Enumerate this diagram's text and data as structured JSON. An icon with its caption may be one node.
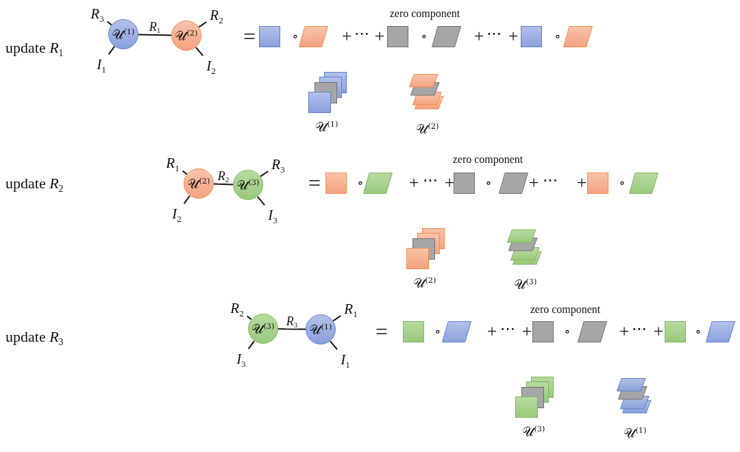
{
  "diagram": {
    "nodes": [
      {
        "text": [
          "𝒰$^{(1)}$"
        ]
      },
      {
        "text": [
          "𝒰$^{(2)}$"
        ]
      },
      {
        "text": [
          "R$_{3}$"
        ]
      },
      {
        "text": [
          "I$_{1}$"
        ]
      },
      {
        "text": [
          "R$_{2}$"
        ]
      },
      {
        "text": [
          "I$_{2}$"
        ]
      },
      {
        "text": [
          "𝒰$^{(2)}$"
        ]
      },
      {
        "text": [
          "𝒰$^{(3)}$"
        ]
      },
      {
        "text": [
          "R$_{1}$"
        ]
      },
      {
        "text": [
          "I$_{2}$"
        ]
      },
      {
        "text": [
          "R$_{3}$"
        ]
      },
      {
        "text": [
          "I$_{3}$"
        ]
      },
      {
        "text": [
          "𝒰$^{(3)}$"
        ]
      },
      {
        "text": [
          "𝒰$^{(1)}$"
        ]
      },
      {
        "text": [
          "R$_{2}$"
        ]
      },
      {
        "text": [
          "I$_{3}$"
        ]
      },
      {
        "text": [
          "R$_{1}$"
        ]
      },
      {
        "text": [
          "I$_{1}$"
        ]
      }
    ],
    "edges": [
      {
        "from": 0,
        "to": 1,
        "arrow": "none",
        "label": "R$_{1}$"
      },
      {
        "from": 0,
        "to": 2,
        "arrow": "none"
      },
      {
        "from": 0,
        "to": 3,
        "arrow": "none"
      },
      {
        "from": 1,
        "to": 4,
        "arrow": "none"
      },
      {
        "from": 1,
        "to": 5,
        "arrow": "none"
      },
      {
        "from": 6,
        "to": 7,
        "arrow": "none",
        "label": "R$_{2}$"
      },
      {
        "from": 6,
        "to": 8,
        "arrow": "none"
      },
      {
        "from": 6,
        "to": 9,
        "arrow": "none"
      },
      {
        "from": 7,
        "to": 10,
        "arrow": "none"
      },
      {
        "from": 7,
        "to": 11,
        "arrow": "none"
      },
      {
        "from": 12,
        "to": 13,
        "arrow": "none",
        "label": "R$_{3}$"
      },
      {
        "from": 12,
        "to": 14,
        "arrow": "none"
      },
      {
        "from": 12,
        "to": 15,
        "arrow": "none"
      },
      {
        "from": 13,
        "to": 16,
        "arrow": "none"
      },
      {
        "from": 13,
        "to": 17,
        "arrow": "none"
      }
    ],
    "labels": [
      "update *R*$_{1}$",
      "zero component",
      "=",
      "∘",
      "+",
      "⋯",
      "+",
      "∘",
      "+",
      "⋯",
      "+",
      "∘",
      "𝒰$^{(1)}$",
      "𝒰$^{(2)}$",
      "update *R*$_{2}$",
      "zero component",
      "=",
      "∘",
      "+",
      "⋯",
      "+",
      "∘",
      "+",
      "⋯",
      "+",
      "∘",
      "𝒰$^{(2)}$",
      "𝒰$^{(3)}$",
      "update *R*$_{3}$",
      "zero component",
      "=",
      "∘",
      "+",
      "⋯",
      "+",
      "∘",
      "+",
      "⋯",
      "+",
      "∘",
      "𝒰$^{(3)}$",
      "𝒰$^{(1)}$"
    ]
  }
}
